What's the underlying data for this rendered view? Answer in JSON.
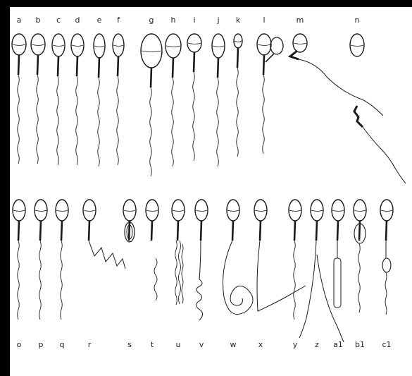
{
  "figure": {
    "background": "#ffffff",
    "frame_color": "#000000",
    "ink_color": "#1a1a1a",
    "row1_labels": [
      "a",
      "b",
      "c",
      "d",
      "e",
      "f",
      "g",
      "h",
      "i",
      "j",
      "k",
      "l",
      "m",
      "n"
    ],
    "row2_labels": [
      "o",
      "p",
      "q",
      "r",
      "s",
      "t",
      "u",
      "v",
      "w",
      "x",
      "y",
      "z",
      "a1",
      "b1",
      "c1"
    ]
  }
}
